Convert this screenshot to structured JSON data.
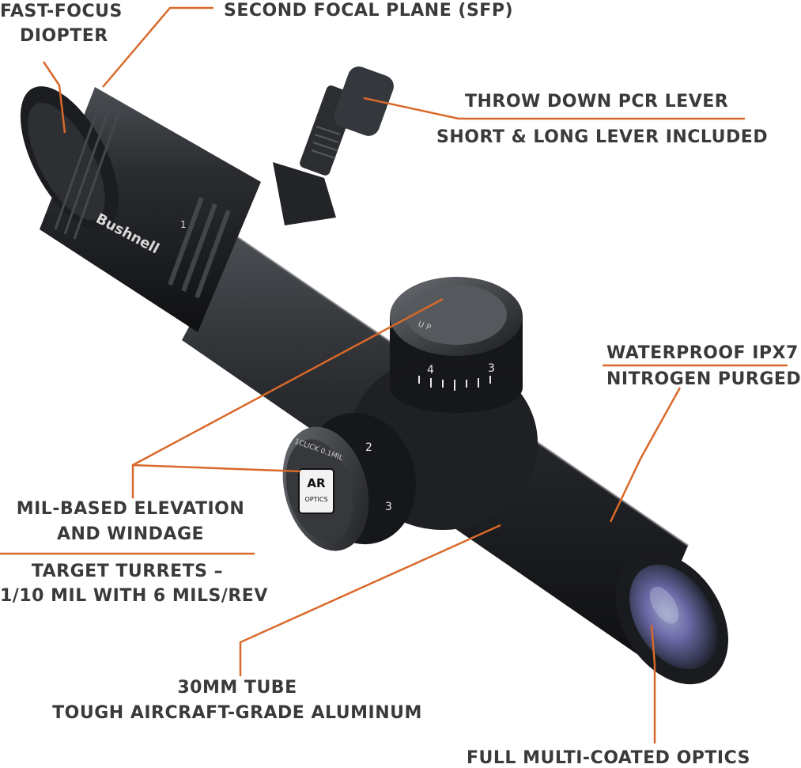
{
  "colors": {
    "accent": "#d9692a",
    "text": "#3a3a3a",
    "scope_body": "#1f2124"
  },
  "labels": {
    "diopter_line1": "FAST-FOCUS",
    "diopter_line2": "DIOPTER",
    "sfp": "SECOND FOCAL PLANE (SFP)",
    "pcr_line1": "THROW DOWN PCR LEVER",
    "pcr_line2": "SHORT & LONG LEVER INCLUDED",
    "waterproof_line1": "WATERPROOF IPX7",
    "waterproof_line2": "NITROGEN PURGED",
    "turret_line1": "MIL-BASED ELEVATION",
    "turret_line2": "AND WINDAGE",
    "turret_line3": "TARGET TURRETS –",
    "turret_line4": "1/10 MIL WITH 6 MILS/REV",
    "tube_line1": "30MM TUBE",
    "tube_line2": "TOUGH AIRCRAFT-GRADE ALUMINUM",
    "optics": "FULL MULTI-COATED OPTICS"
  },
  "scope": {
    "brand": "Bushnell",
    "badge_line1": "AR",
    "badge_line2": "OPTICS",
    "windage_text": "1CLICK  0.1MIL",
    "elevation_digits": [
      "4",
      "3"
    ],
    "windage_digits": [
      "2",
      "3"
    ],
    "power_mark": "1",
    "turret_arrow_text": "U P"
  }
}
